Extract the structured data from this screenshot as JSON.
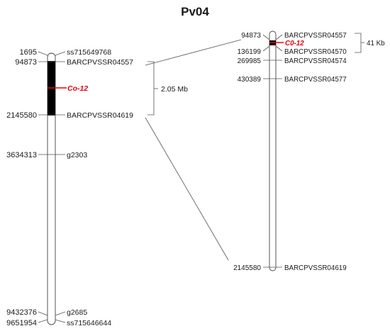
{
  "title": "Pv04",
  "left_chromosome": {
    "markers": [
      {
        "pos": "1695",
        "name": "ss715649768"
      },
      {
        "pos": "94873",
        "name": "BARCPVSSR04557"
      },
      {
        "pos": "2145580",
        "name": "BARCPVSSR04619"
      },
      {
        "pos": "3634313",
        "name": "g2303"
      },
      {
        "pos": "9432376",
        "name": "g2685"
      },
      {
        "pos": "9651954",
        "name": "ss715646644"
      }
    ],
    "qtl_label": "Co-12",
    "interval_label": "2.05 Mb"
  },
  "right_chromosome": {
    "markers": [
      {
        "pos": "94873",
        "name": "BARCPVSSR04557"
      },
      {
        "pos": "136199",
        "name": "BARCPVSSR04570"
      },
      {
        "pos": "269985",
        "name": "BARCPVSSR04574"
      },
      {
        "pos": "430389",
        "name": "BARCPVSSR04577"
      },
      {
        "pos": "2145580",
        "name": "BARCPVSSR04619"
      }
    ],
    "qtl_label": "C0-12",
    "interval_label": "41 Kb"
  },
  "colors": {
    "qtl": "#e8000b",
    "segment": "#000000",
    "line": "#555555"
  }
}
